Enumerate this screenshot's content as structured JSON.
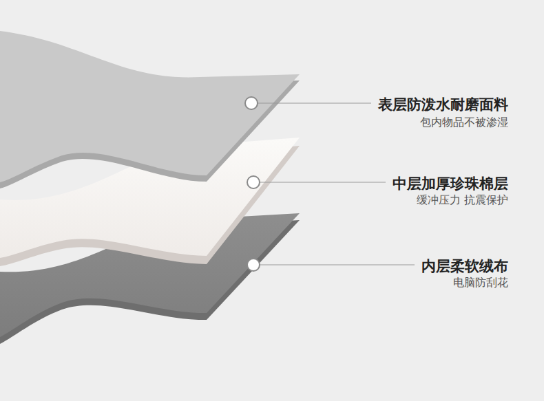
{
  "diagram": {
    "labels": [
      "表层防泼水耐磨面料",
      "包内物品不被渗湿",
      "中层加厚珍珠棉层",
      "缓冲压力 抗震保护",
      "内层柔软绒布",
      "电脑防刮花"
    ]
  }
}
